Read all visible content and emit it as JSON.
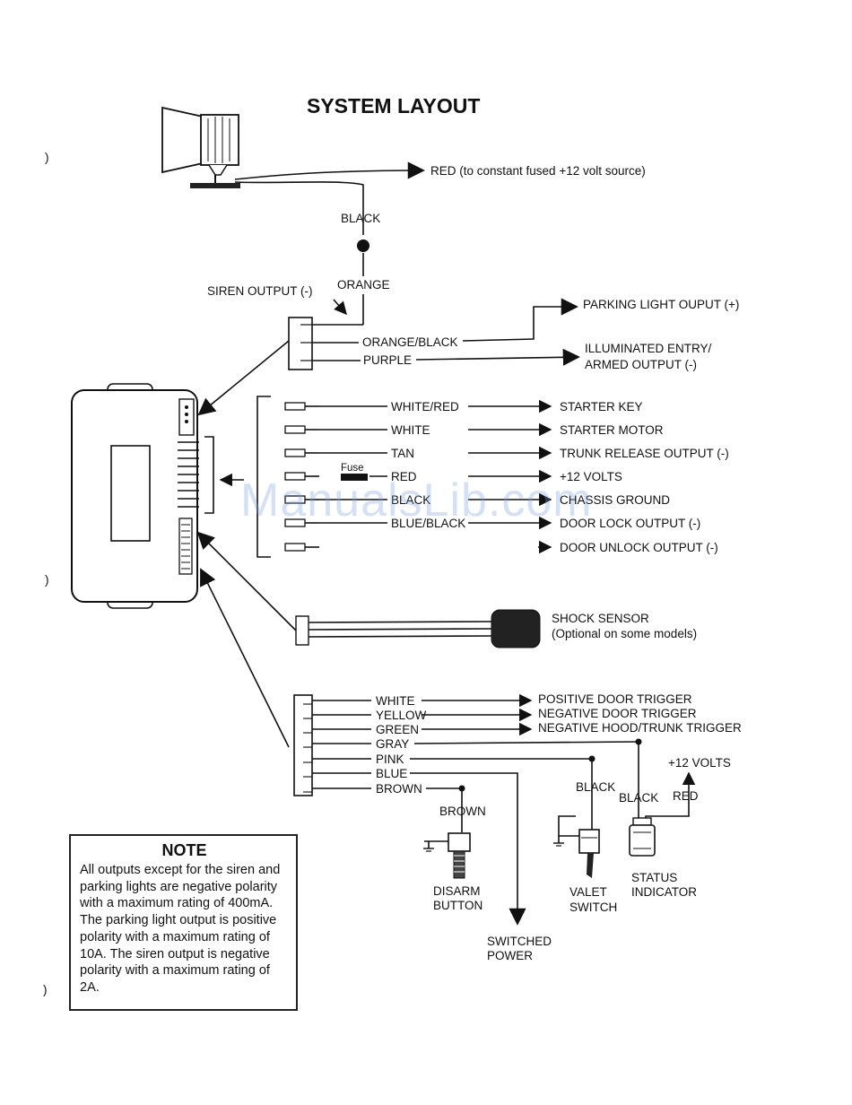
{
  "title": "SYSTEM LAYOUT",
  "siren": {
    "red_label": "RED (to constant fused +12 volt source)",
    "black_label": "BLACK",
    "orange_label": "ORANGE",
    "output_label": "SIREN OUTPUT (-)"
  },
  "top_connector": {
    "wires": [
      {
        "color": "ORANGE/BLACK",
        "output_lines": [
          "PARKING LIGHT OUPUT (+)"
        ]
      },
      {
        "color": "PURPLE",
        "output_lines": [
          "ILLUMINATED ENTRY/",
          "ARMED OUTPUT (-)"
        ]
      }
    ]
  },
  "main_harness": {
    "fuse_label": "Fuse",
    "wires": [
      {
        "color": "WHITE/RED",
        "output": "STARTER KEY"
      },
      {
        "color": "WHITE",
        "output": "STARTER MOTOR"
      },
      {
        "color": "TAN",
        "output": "TRUNK RELEASE OUTPUT (-)"
      },
      {
        "color": "RED",
        "output": "+12 VOLTS"
      },
      {
        "color": "BLACK",
        "output": "CHASSIS GROUND"
      },
      {
        "color": "BLUE/BLACK",
        "output": "DOOR LOCK OUTPUT (-)"
      },
      {
        "color": "",
        "output": "DOOR UNLOCK OUTPUT (-)"
      }
    ]
  },
  "shock_sensor": {
    "label": "SHOCK SENSOR",
    "sublabel": "(Optional on some models)"
  },
  "input_harness": {
    "wires": [
      {
        "color": "WHITE",
        "output": "POSITIVE DOOR TRIGGER"
      },
      {
        "color": "YELLOW",
        "output": "NEGATIVE DOOR TRIGGER"
      },
      {
        "color": "GREEN",
        "output": "NEGATIVE HOOD/TRUNK TRIGGER"
      },
      {
        "color": "GRAY",
        "output": ""
      },
      {
        "color": "PINK",
        "output": ""
      },
      {
        "color": "BLUE",
        "output": ""
      },
      {
        "color": "BROWN",
        "output": ""
      }
    ],
    "brown_label": "BROWN",
    "disarm_lines": [
      "DISARM",
      "BUTTON"
    ],
    "switched_power_lines": [
      "SWITCHED",
      "POWER"
    ],
    "valet_black": "BLACK",
    "valet_lines": [
      "VALET",
      "SWITCH"
    ],
    "status_black": "BLACK",
    "status_red": "RED",
    "plus12": "+12 VOLTS",
    "status_lines": [
      "STATUS",
      "INDICATOR"
    ]
  },
  "note": {
    "title": "NOTE",
    "text": "All outputs except for the siren and parking lights are negative polarity with a maximum rating of 400mA. The parking light output is positive polarity with a maximum rating of 10A. The siren output is negative polarity with a maximum rating of 2A."
  },
  "watermark": "ManualsLib.com"
}
